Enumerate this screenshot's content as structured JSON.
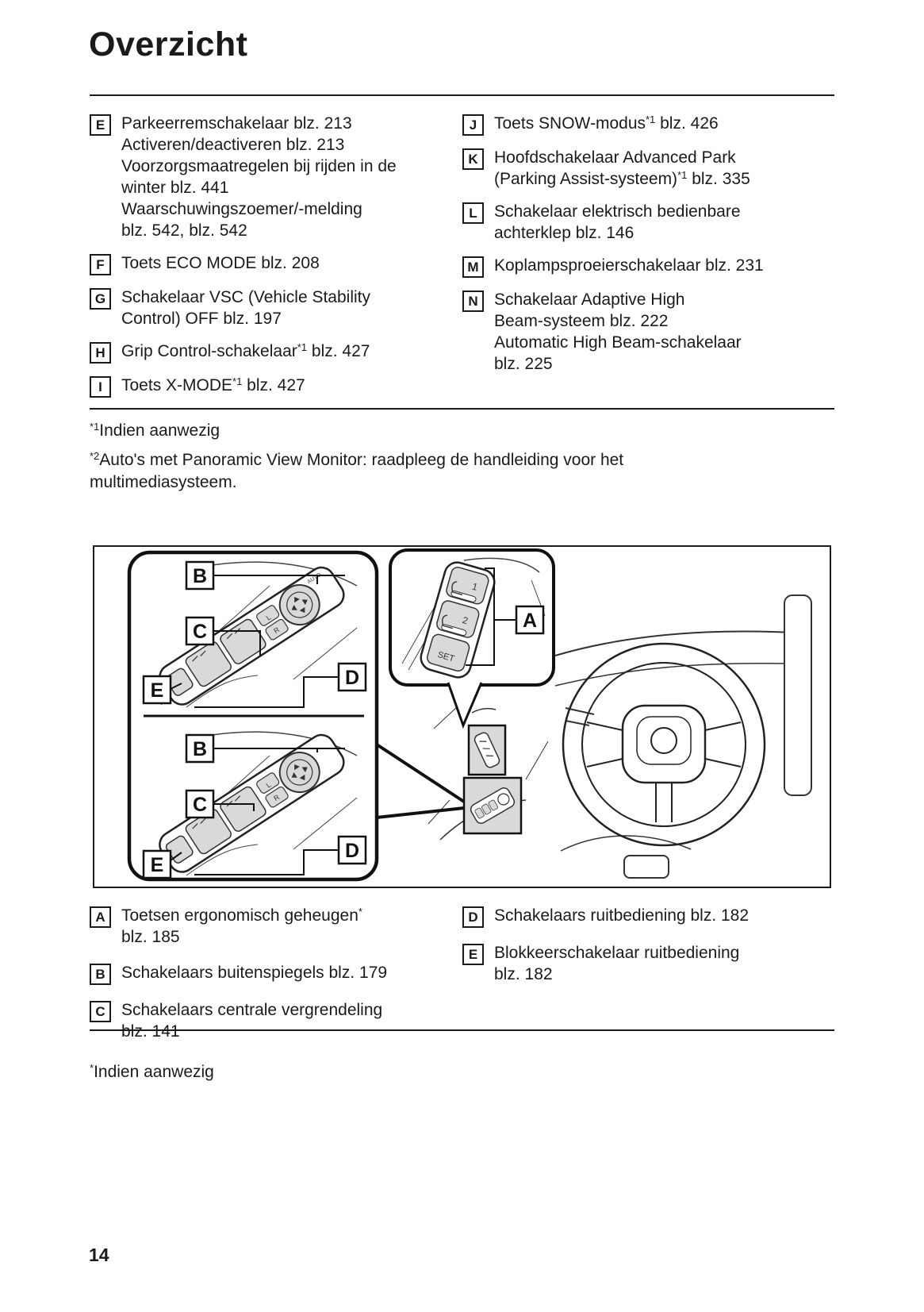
{
  "page": {
    "title": "Overzicht",
    "number": "14"
  },
  "top_legend": {
    "left": [
      {
        "key": "E",
        "rows": [
          {
            "pre": "Parkeerremschakelaar blz. 213"
          },
          {
            "pre": "Activeren/deactiveren blz. 213"
          },
          {
            "pre": "Voorzorgsmaatregelen bij rijden in de"
          },
          {
            "pre": "winter blz. 441"
          },
          {
            "pre": "Waarschuwingszoemer/-melding"
          },
          {
            "pre": "blz. 542, blz. 542"
          }
        ]
      },
      {
        "key": "F",
        "rows": [
          {
            "pre": "Toets ECO MODE blz. 208"
          }
        ]
      },
      {
        "key": "G",
        "rows": [
          {
            "pre": "Schakelaar VSC (Vehicle Stability"
          },
          {
            "pre": "Control) OFF blz. 197"
          }
        ]
      },
      {
        "key": "H",
        "rows": [
          {
            "pre": "Grip Control-schakelaar",
            "sup": "*1",
            "post": " blz. 427"
          }
        ]
      },
      {
        "key": "I",
        "rows": [
          {
            "pre": "Toets X-MODE",
            "sup": "*1",
            "post": " blz. 427"
          }
        ]
      }
    ],
    "right": [
      {
        "key": "J",
        "rows": [
          {
            "pre": "Toets SNOW-modus",
            "sup": "*1",
            "post": " blz. 426"
          }
        ]
      },
      {
        "key": "K",
        "rows": [
          {
            "pre": "Hoofdschakelaar Advanced Park"
          },
          {
            "pre": "(Parking Assist-systeem)",
            "sup": "*1",
            "post": " blz. 335"
          }
        ]
      },
      {
        "key": "L",
        "rows": [
          {
            "pre": "Schakelaar elektrisch bedienbare"
          },
          {
            "pre": "achterklep blz. 146"
          }
        ]
      },
      {
        "key": "M",
        "rows": [
          {
            "pre": "Koplampsproeierschakelaar blz. 231"
          }
        ]
      },
      {
        "key": "N",
        "rows": [
          {
            "pre": "Schakelaar Adaptive High"
          },
          {
            "pre": "Beam-systeem blz. 222"
          },
          {
            "pre": "Automatic High Beam-schakelaar"
          },
          {
            "pre": "blz. 225"
          }
        ]
      }
    ]
  },
  "footnotes": {
    "fn1": {
      "sup": "*1",
      "text": "Indien aanwezig"
    },
    "fn2": {
      "sup": "*2",
      "line1": "Auto's met Panoramic View Monitor: raadpleeg de handleiding voor het",
      "line2": "multimediasysteem."
    },
    "fn3": {
      "sup": "*",
      "text": "Indien aanwezig"
    }
  },
  "bottom_legend": {
    "left": [
      {
        "key": "A",
        "rows": [
          {
            "pre": "Toetsen ergonomisch geheugen",
            "sup": "*"
          },
          {
            "pre": "blz. 185"
          }
        ]
      },
      {
        "key": "B",
        "rows": [
          {
            "pre": "Schakelaars buitenspiegels blz. 179"
          }
        ]
      },
      {
        "key": "C",
        "rows": [
          {
            "pre": "Schakelaars centrale vergrendeling"
          },
          {
            "pre": "blz. 141"
          }
        ]
      }
    ],
    "right": [
      {
        "key": "D",
        "rows": [
          {
            "pre": "Schakelaars ruitbediening blz. 182"
          }
        ]
      },
      {
        "key": "E",
        "rows": [
          {
            "pre": "Blokkeerschakelaar ruitbediening"
          },
          {
            "pre": "blz. 182"
          }
        ]
      }
    ]
  },
  "diagram": {
    "labels": {
      "a": "A",
      "b": "B",
      "c": "C",
      "d": "D",
      "e": "E"
    },
    "seat": {
      "one": "1",
      "two": "2",
      "set": "SET"
    },
    "panel": {
      "left": "L",
      "right": "R",
      "auto": "AUTO"
    }
  },
  "colors": {
    "text": "#1a1a1a",
    "shade": "#d9d9d9",
    "line": "#222222"
  }
}
